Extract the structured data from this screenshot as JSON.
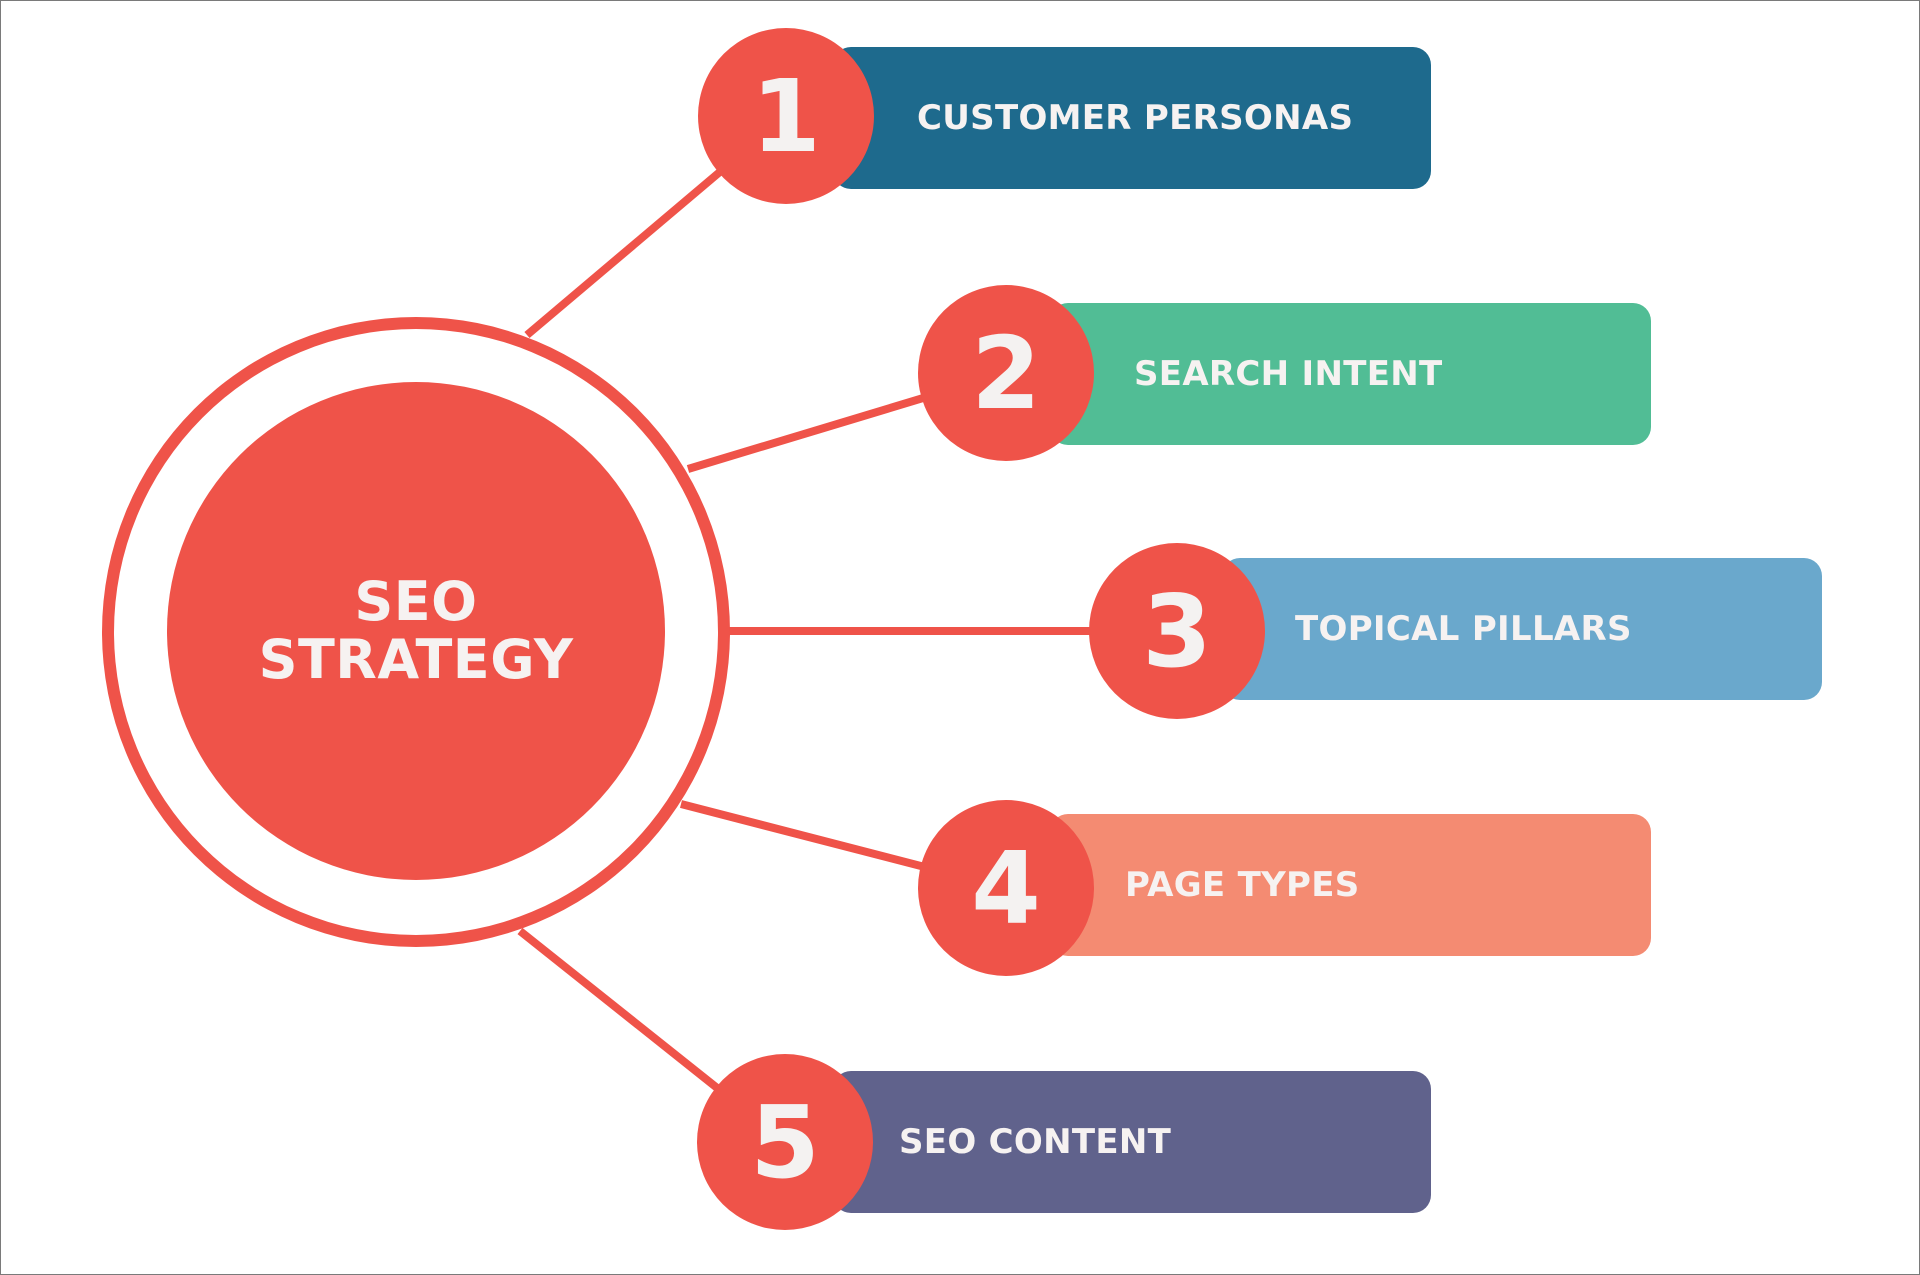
{
  "hub": {
    "line1": "SEO",
    "line2": "STRATEGY",
    "color": "#EF5349"
  },
  "steps": [
    {
      "number": "1",
      "label": "CUSTOMER PERSONAS",
      "color": "#1E6A8D"
    },
    {
      "number": "2",
      "label": "SEARCH INTENT",
      "color": "#51BD95"
    },
    {
      "number": "3",
      "label": "TOPICAL PILLARS",
      "color": "#6AA8CC"
    },
    {
      "number": "4",
      "label": "PAGE TYPES",
      "color": "#F48B72"
    },
    {
      "number": "5",
      "label": "SEO CONTENT",
      "color": "#60628C"
    }
  ]
}
